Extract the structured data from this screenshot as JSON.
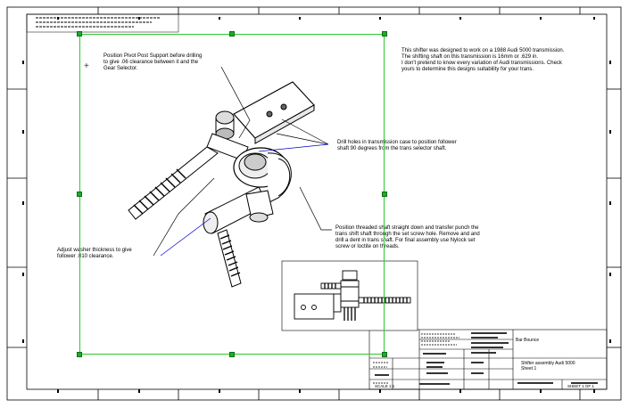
{
  "notes": {
    "pivot": "Position Pivot Post Support before drilling\nto give .06 clearance between it and the\nGear Selector.",
    "design": "This shifter was designed to work on a 1988 Audi 5000 transmission.\nThe shifting shaft on this transmission is 16mm or .629 in.\nI don't pretend to know every variation of Audi transmissions. Check\nyours to determine this designs suitability for your trans.",
    "drill": "Drill holes in transmission case to position follower\nshaft 90 degrees from the trans selector shaft.",
    "threaded": "Position threaded shaft straight down and transfer punch the\ntrans shift shaft through the set screw hole. Remove and and\ndrill a dent in trans shaft. For final assembly use Nylock set\nscrew or loctite on threads.",
    "washer": "Adjust washer thickness to give\nfollower .010 clearance."
  },
  "title_block": {
    "description": "Bar Bounce",
    "drawing_name": "Shifter assembly Audi 5000\nSheet 1",
    "scale_label": "SCALE 1:1",
    "sheet_label": "SHEET 1 OF 1"
  },
  "colors": {
    "selection": "#2ec82e",
    "handle": "#1faa2e",
    "leader": "#0000cc"
  }
}
